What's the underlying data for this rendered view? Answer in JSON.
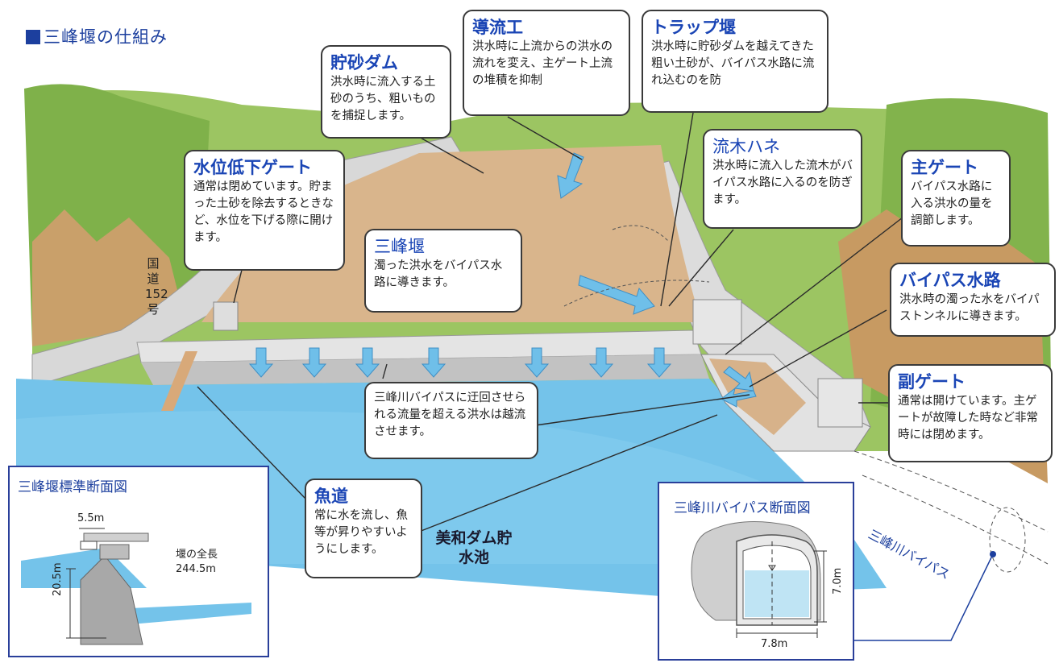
{
  "page_title": "三峰堰の仕組み",
  "callouts": {
    "sediment_dam": {
      "title": "貯砂ダム",
      "body": "洪水時に流入する土砂のうち、粗いものを捕捉します。"
    },
    "guide_works": {
      "title": "導流工",
      "body": "洪水時に上流からの洪水の流れを変え、主ゲート上流の堆積を抑制"
    },
    "trap_weir": {
      "title": "トラップ堰",
      "body": "洪水時に貯砂ダムを越えてきた粗い土砂が、バイパス水路に流れ込むのを防"
    },
    "driftwood_boom": {
      "title": "流木ハネ",
      "body": "洪水時に流入した流木がバイパス水路に入るのを防ぎます。"
    },
    "water_lowering_gate": {
      "title": "水位低下ゲート",
      "body": "通常は閉めています。貯まった土砂を除去するときなど、水位を下げる際に開けます。"
    },
    "main_gate": {
      "title": "主ゲート",
      "body": "バイパス水路に入る洪水の量を調節します。"
    },
    "mibu_weir": {
      "title": "三峰堰",
      "body": "濁った洪水をバイパス水路に導きます。"
    },
    "bypass_channel": {
      "title": "バイパス水路",
      "body": "洪水時の濁った水をバイパストンネルに導きます。"
    },
    "sub_gate": {
      "title": "副ゲート",
      "body": "通常は開けています。主ゲートが故障した時など非常時には閉めます。"
    },
    "overflow": {
      "body": "三峰川バイパスに迂回させられる流量を超える洪水は越流させます。"
    },
    "fishway": {
      "title": "魚道",
      "body": "常に水を流し、魚等が昇りやすいようにします。"
    }
  },
  "road_label": "国道152号",
  "reservoir_label": "美和ダム貯水池",
  "river_label": "三峰川バイパス",
  "weir_section": {
    "title": "三峰堰標準断面図",
    "width_label": "5.5m",
    "height_label": "20.5m",
    "length_label": "堰の全長\n244.5m"
  },
  "tunnel_section": {
    "title": "三峰川バイパス断面図",
    "height_label": "7.0m",
    "width_label": "7.8m"
  },
  "colors": {
    "title_blue": "#1c3f9e",
    "callout_title": "#1a45b5",
    "water": "#74c3ea",
    "sediment": "#d8b48b",
    "forest": "#8dbb57",
    "concrete": "#d9d9d9",
    "arrow": "#6fbfe9"
  },
  "icons": [
    "water-flow-arrow-icon",
    "square-bullet-icon"
  ]
}
